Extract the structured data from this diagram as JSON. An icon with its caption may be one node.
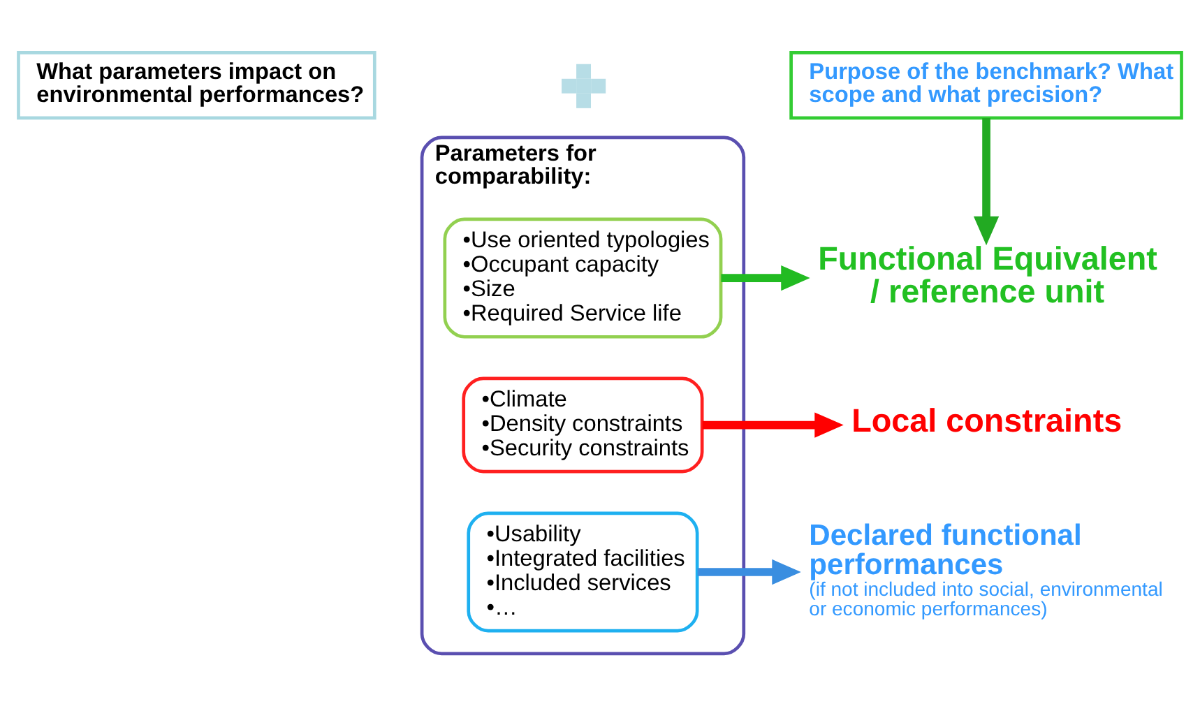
{
  "diagram": {
    "nodes": [
      {
        "text": [
          "What parameters impact on environmental performances?"
        ]
      },
      {
        "text": [],
        "shape": "plus"
      },
      {
        "text": [
          "Purpose of the benchmark? What scope and what precision?"
        ]
      },
      {
        "text": [
          "Parameters for comparability:"
        ]
      },
      {
        "text": [
          "•Use oriented typologies",
          "•Occupant capacity",
          "•Size",
          "•Required Service life"
        ],
        "in": 3
      },
      {
        "text": [
          "•Climate",
          "•Density constraints",
          "•Security constraints"
        ],
        "in": 3
      },
      {
        "text": [
          "•Usability",
          "•Integrated facilities",
          "•Included services",
          "•…"
        ],
        "in": 3
      },
      {
        "text": [
          "Functional Equivalent / reference unit"
        ]
      },
      {
        "text": [
          "Local constraints"
        ]
      },
      {
        "text": [
          "Declared functional performances",
          "(if not included into social, environmental or economic performances)"
        ]
      }
    ],
    "edges": [
      {
        "from": 2,
        "to": 7,
        "arrow": "to",
        "color": "#22aa22"
      },
      {
        "from": 4,
        "to": 7,
        "arrow": "to",
        "color": "#22bb22"
      },
      {
        "from": 5,
        "to": 8,
        "arrow": "to",
        "color": "#ff0000"
      },
      {
        "from": 6,
        "to": 9,
        "arrow": "to",
        "color": "#3a8ee0"
      }
    ]
  }
}
